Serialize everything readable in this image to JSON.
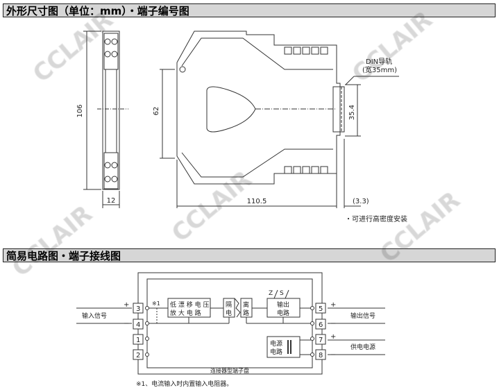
{
  "section1": {
    "title": "外形尺寸图（单位：mm）・端子编号图"
  },
  "section2": {
    "title": "简易电路图・端子接线图"
  },
  "dimensions": {
    "height": "106",
    "width": "12",
    "inner_height": "62",
    "length": "110.5",
    "offset": "(3.3)",
    "rail_height": "35.4",
    "din_label": "DIN导轨",
    "din_width": "(宽35mm)",
    "note": "・可进行高密度安装"
  },
  "circuit": {
    "input_label": "输入信号",
    "output_label": "输出信号",
    "power_label": "供电电源",
    "plus": "+",
    "minus": "−",
    "terminals": {
      "t1": "1",
      "t2": "2",
      "t3": "3",
      "t4": "4",
      "t5": "5",
      "t6": "6",
      "t7": "7",
      "t8": "8"
    },
    "note_mark": "※1",
    "amp_line1": "低 漂 移 电 压",
    "amp_line2": "放  大  电  路",
    "iso_a1": "隔",
    "iso_a2": "电",
    "iso_b1": "离",
    "iso_b2": "路",
    "out_line1": "输出",
    "out_line2": "电路",
    "z": "Z",
    "s": "S",
    "pwr_line1": "电源",
    "pwr_line2": "电路",
    "board_label": "连接器型端子盘",
    "footnote": "※1、电流输入时内置输入电阻器。"
  },
  "watermark": "CCLAIR"
}
